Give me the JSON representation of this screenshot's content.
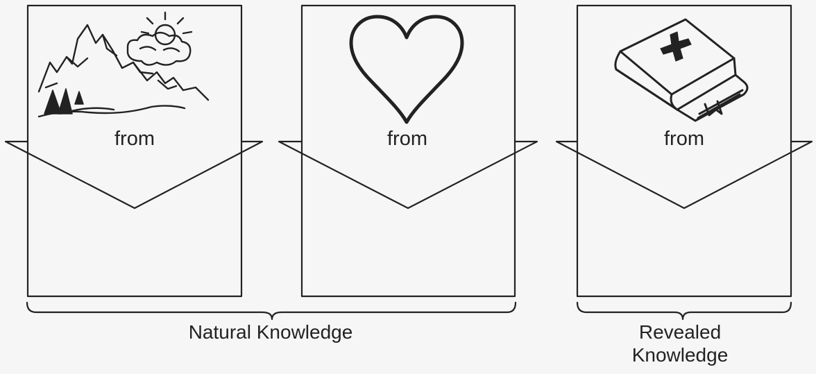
{
  "panels": [
    {
      "icon": "landscape-icon",
      "label": "from"
    },
    {
      "icon": "heart-icon",
      "label": "from"
    },
    {
      "icon": "bible-icon",
      "label": "from"
    }
  ],
  "groups": {
    "natural": "Natural Knowledge",
    "revealed_line1": "Revealed",
    "revealed_line2": "Knowledge"
  },
  "colors": {
    "ink": "#222222",
    "background": "#f6f6f6"
  }
}
